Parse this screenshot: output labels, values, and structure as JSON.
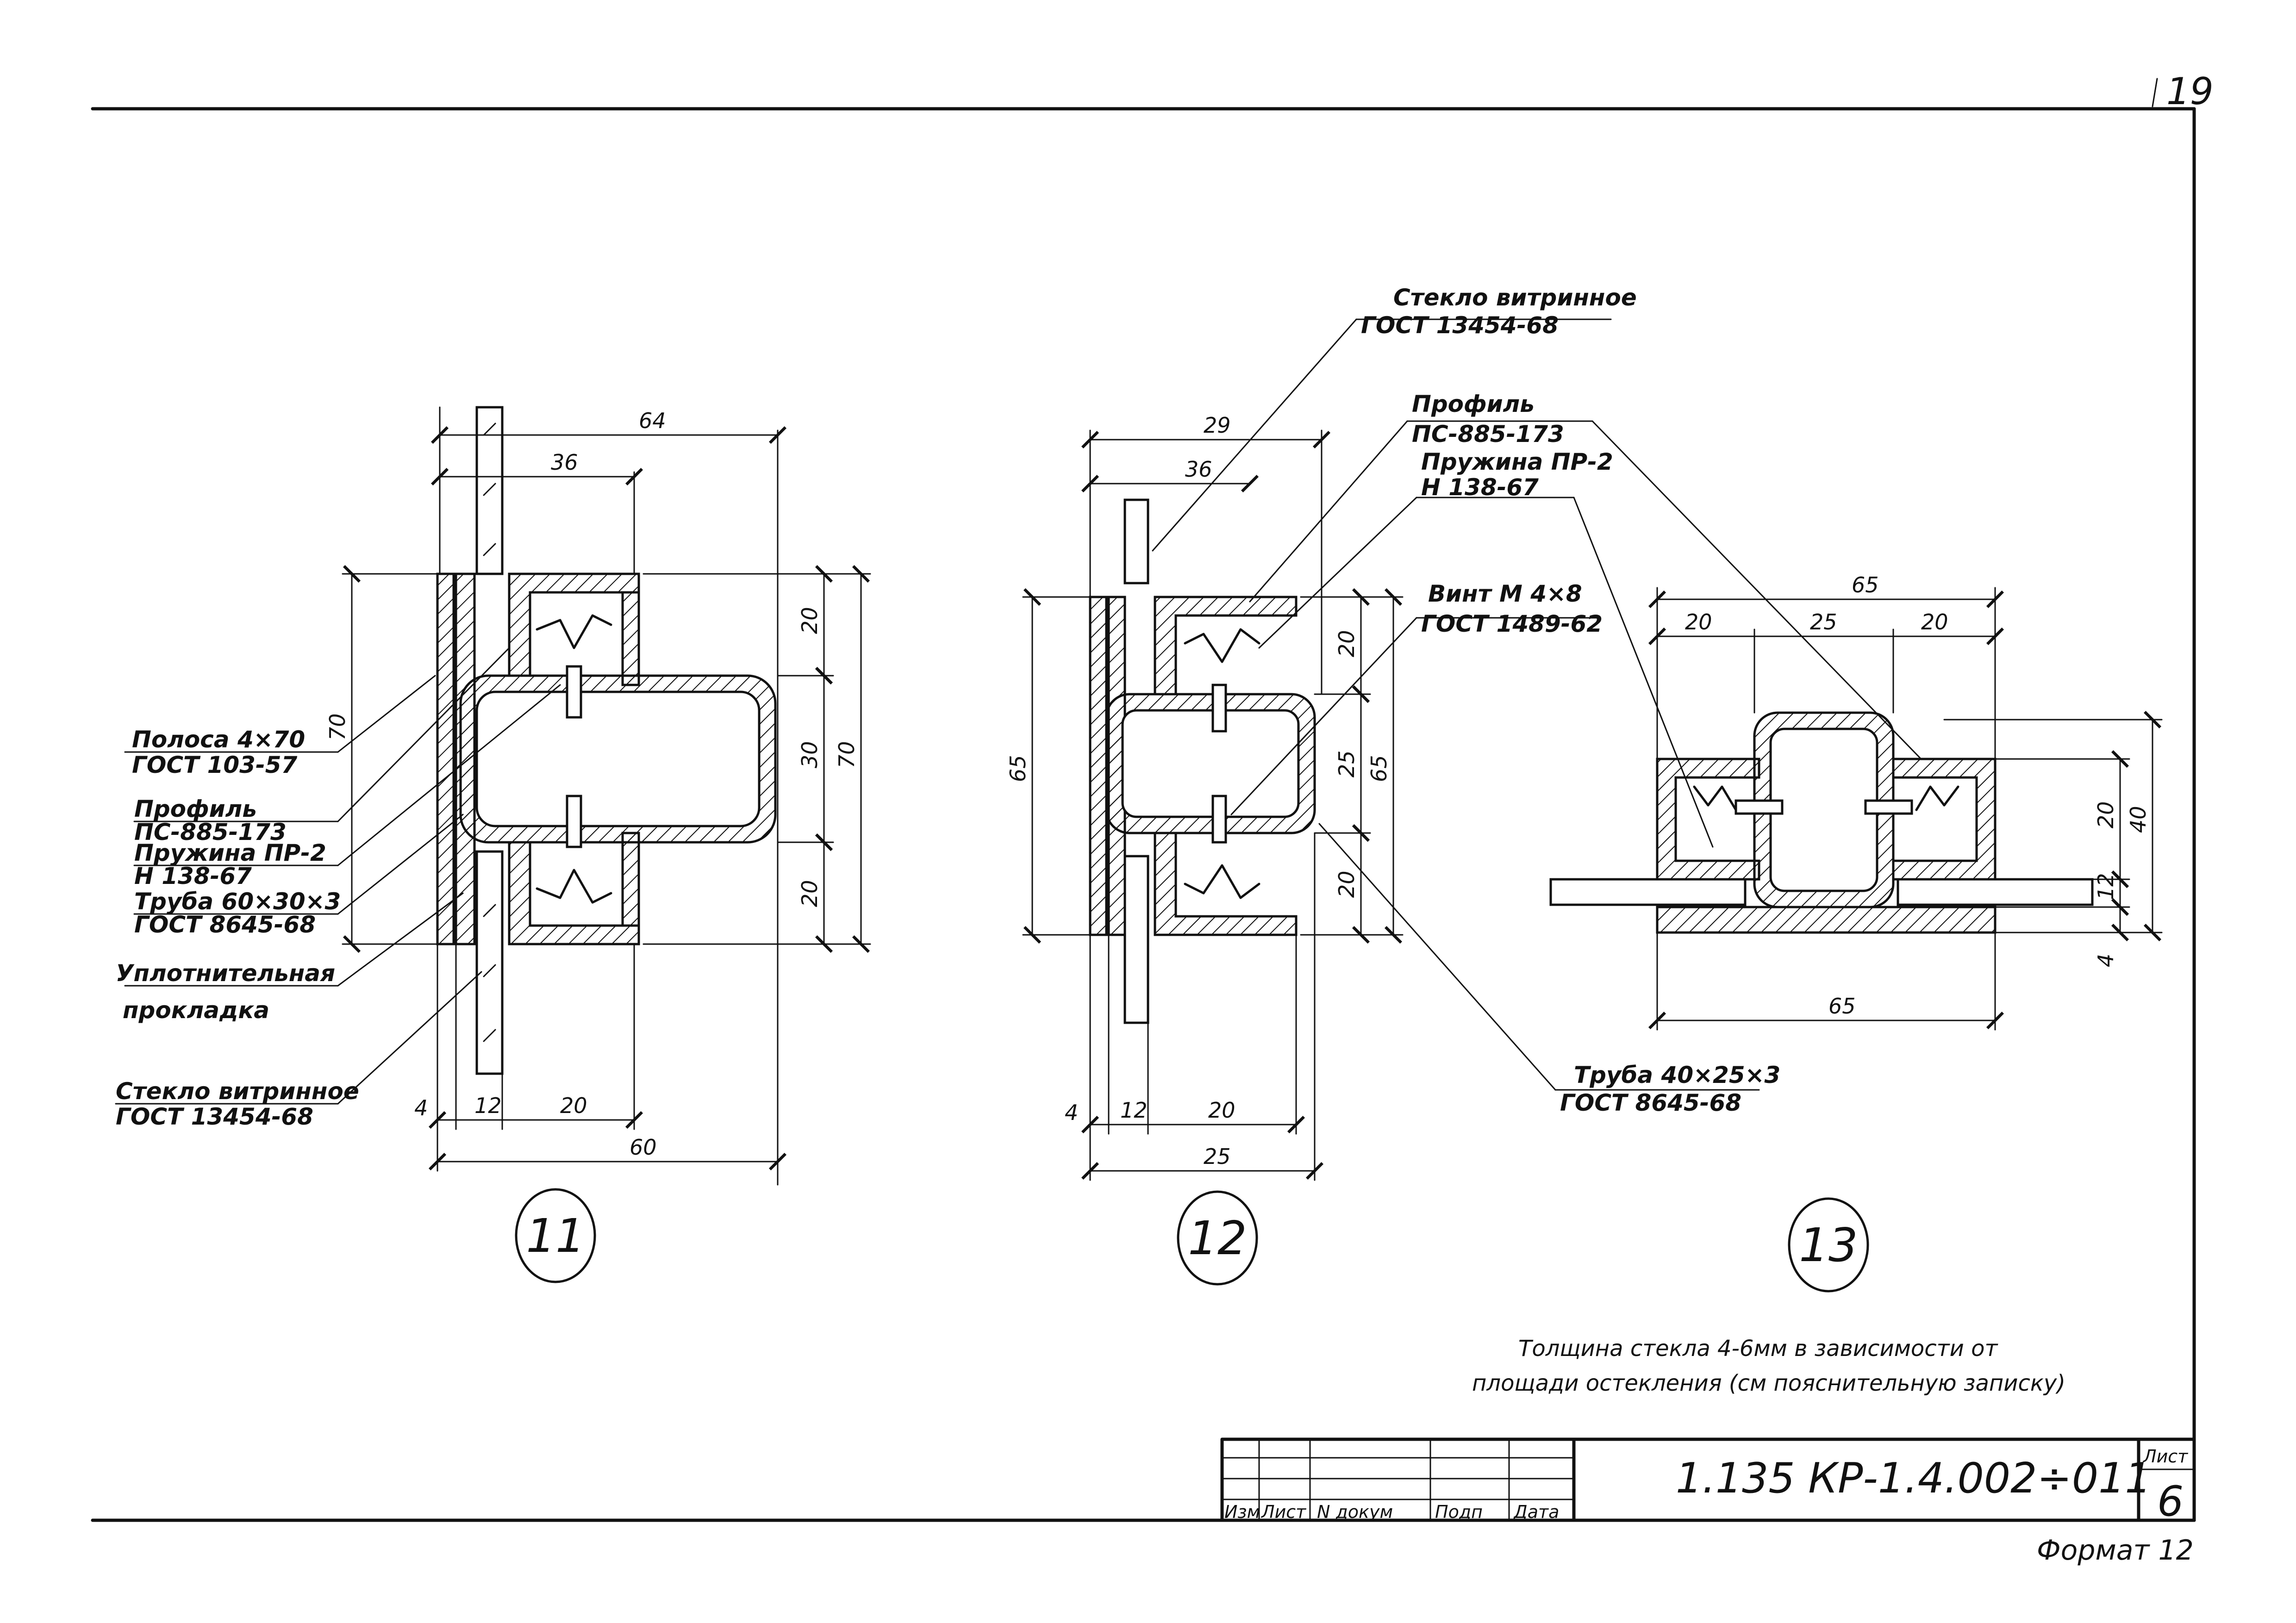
{
  "sheet": {
    "corner_number": "19",
    "format_label": "Формат 12",
    "note_line1": "Толщина стекла 4-6мм в зависимости от",
    "note_line2": "площади остекления (см пояснительную записку)"
  },
  "title_block": {
    "designation": "1.135 КР-1.4.002÷011",
    "sheet_label": "Лист",
    "sheet_number": "6",
    "col_izm": "Изм",
    "col_list": "Лист",
    "col_doc": "N докум",
    "col_sign": "Подп",
    "col_date": "Дата"
  },
  "details": {
    "d11": {
      "number": "11",
      "labels": {
        "strip": "Полоса 4×70",
        "strip_std": "ГОСТ 103-57",
        "profile": "Профиль",
        "profile_code": "ПС-885-173",
        "spring": "Пружина ПР-2",
        "spring_std": "Н 138-67",
        "pipe": "Труба 60×30×3",
        "pipe_std": "ГОСТ 8645-68",
        "gasket1": "Уплотнительная",
        "gasket2": "прокладка",
        "glass": "Стекло витринное",
        "glass_std": "ГОСТ 13454-68"
      },
      "dims": {
        "top_64": "64",
        "top_36": "36",
        "left_70": "70",
        "right_20a": "20",
        "right_30": "30",
        "right_20b": "20",
        "right_70": "70",
        "bot_4": "4",
        "bot_12": "12",
        "bot_20": "20",
        "bot_60": "60"
      }
    },
    "d12": {
      "number": "12",
      "labels": {
        "glass": "Стекло витринное",
        "glass_std": "ГОСТ 13454-68",
        "profile": "Профиль",
        "profile_code": "ПС-885-173",
        "spring": "Пружина ПР-2",
        "spring_std": "Н 138-67",
        "screw": "Винт М 4×8",
        "screw_std": "ГОСТ 1489-62",
        "pipe": "Труба 40×25×3",
        "pipe_std": "ГОСТ 8645-68"
      },
      "dims": {
        "top_29": "29",
        "top_36": "36",
        "left_65": "65",
        "right_20a": "20",
        "right_25": "25",
        "right_20b": "20",
        "right_65": "65",
        "bot_4": "4",
        "bot_12": "12",
        "bot_20": "20",
        "bot_25": "25"
      }
    },
    "d13": {
      "number": "13",
      "dims": {
        "top_65": "65",
        "top_20a": "20",
        "top_25": "25",
        "top_20b": "20",
        "right_20": "20",
        "right_40": "40",
        "right_12": "12",
        "right_4": "4",
        "bot_65": "65"
      }
    }
  }
}
